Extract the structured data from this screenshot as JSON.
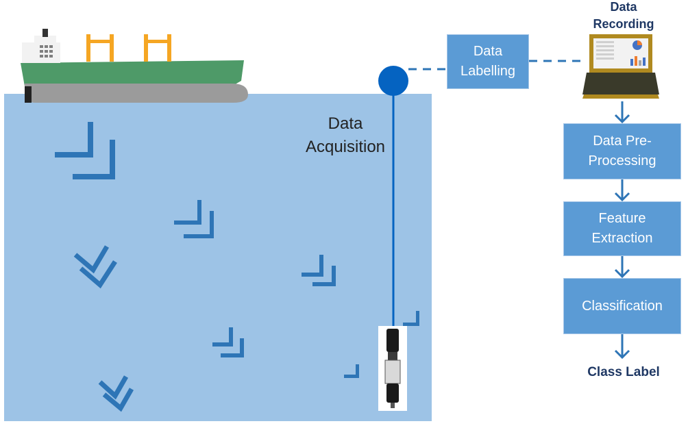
{
  "acquisition_label": [
    "Data",
    "Acquisition"
  ],
  "labelling_box": [
    "Data",
    "Labelling"
  ],
  "recording_label": [
    "Data",
    "Recording"
  ],
  "pipeline": [
    [
      "Data Pre-",
      "Processing"
    ],
    [
      "Feature",
      "Extraction"
    ],
    [
      "Classification"
    ]
  ],
  "output_label": "Class Label",
  "colors": {
    "water": "#9dc3e6",
    "box": "#5b9bd5",
    "arrow": "#2e75b6",
    "ship_hull": "#4e9a68",
    "ship_keel": "#9b9b9b",
    "crane": "#f5a623",
    "buoy": "#0563c1",
    "label_text": "#1f3864"
  }
}
